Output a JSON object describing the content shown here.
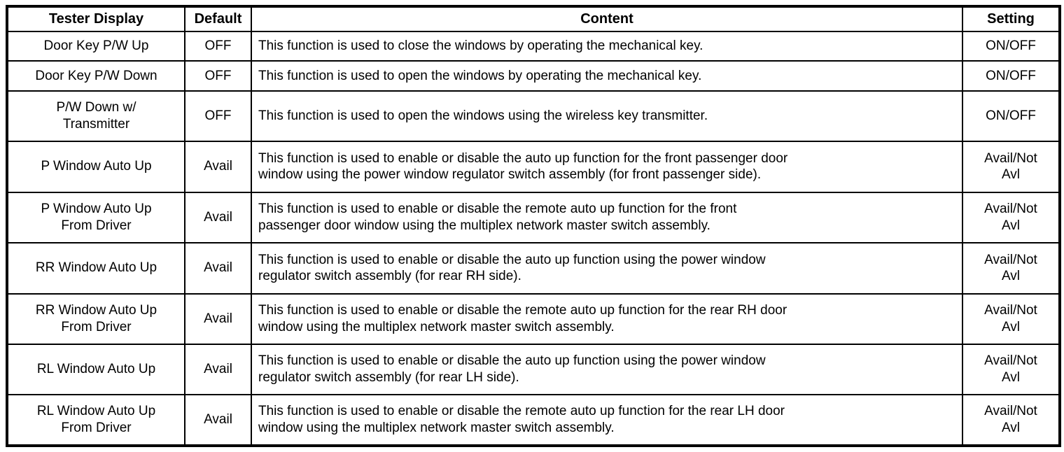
{
  "table": {
    "columns": {
      "tester_display": "Tester Display",
      "default": "Default",
      "content": "Content",
      "setting": "Setting"
    },
    "rows": [
      {
        "tester_display": "Door Key P/W Up",
        "default": "OFF",
        "content": "This function is used to close the windows by operating the mechanical key.",
        "setting": "ON/OFF"
      },
      {
        "tester_display": "Door Key P/W Down",
        "default": "OFF",
        "content": "This function is used to open the windows by operating the mechanical key.",
        "setting": "ON/OFF"
      },
      {
        "tester_display": "P/W Down w/\nTransmitter",
        "default": "OFF",
        "content": "This function is used to open the windows using the wireless key transmitter.",
        "setting": "ON/OFF"
      },
      {
        "tester_display": "P Window Auto Up",
        "default": "Avail",
        "content": "This function is used to enable or disable the auto up function for the front passenger door\nwindow using the power window regulator switch assembly (for front passenger side).",
        "setting": "Avail/Not\nAvl"
      },
      {
        "tester_display": "P Window Auto Up\nFrom Driver",
        "default": "Avail",
        "content": "This function is used to enable or disable the remote auto up function for the front\npassenger door window using the multiplex network master switch assembly.",
        "setting": "Avail/Not\nAvl"
      },
      {
        "tester_display": "RR Window Auto Up",
        "default": "Avail",
        "content": "This function is used to enable or disable the auto up function using the power window\nregulator switch assembly (for rear RH side).",
        "setting": "Avail/Not\nAvl"
      },
      {
        "tester_display": "RR Window Auto Up\nFrom Driver",
        "default": "Avail",
        "content": "This function is used to enable or disable the remote auto up function for the rear RH door\nwindow using the multiplex network master switch assembly.",
        "setting": "Avail/Not\nAvl"
      },
      {
        "tester_display": "RL Window Auto Up",
        "default": "Avail",
        "content": "This function is used to enable or disable the auto up function using the power window\nregulator switch assembly (for rear LH side).",
        "setting": "Avail/Not\nAvl"
      },
      {
        "tester_display": "RL Window Auto Up\nFrom Driver",
        "default": "Avail",
        "content": "This function is used to enable or disable the remote auto up function for the rear LH door\nwindow using the multiplex network master switch assembly.",
        "setting": "Avail/Not\nAvl"
      }
    ]
  }
}
